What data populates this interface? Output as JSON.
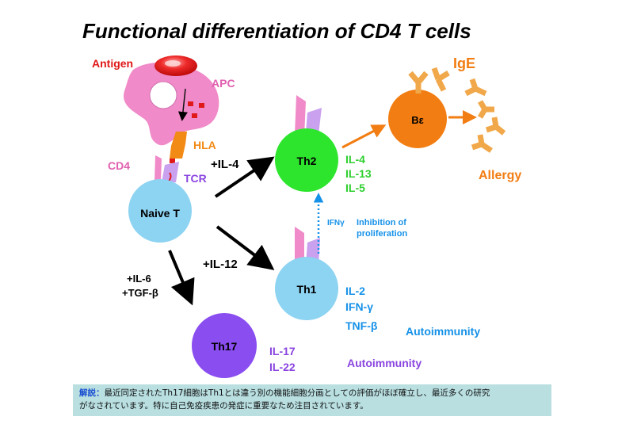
{
  "title": "Functional differentiation of CD4 T cells",
  "labels": {
    "antigen": "Antigen",
    "apc": "APC",
    "hla": "HLA",
    "cd4": "CD4",
    "tcr": "TCR",
    "ige": "IgE",
    "allergy": "Allergy",
    "ifng": "IFNγ",
    "inhibition_line1": "Inhibition of",
    "inhibition_line2": "proliferation",
    "autoimmunity_th1": "Autoimmunity",
    "autoimmunity_th17": "Autoimmunity"
  },
  "cells": {
    "naive": "Naive T",
    "th2": "Th2",
    "th1": "Th1",
    "th17": "Th17",
    "b_cell": "Bε"
  },
  "arrows": {
    "to_th2": "+IL-4",
    "to_th1": "+IL-12",
    "to_th17_line1": "+IL-6",
    "to_th17_line2": "+TGF-β"
  },
  "cytokines": {
    "th2": [
      "IL-4",
      "IL-13",
      "IL-5"
    ],
    "th1": [
      "IL-2",
      "IFN-γ",
      "TNF-β"
    ],
    "th17": [
      "IL-17",
      "IL-22"
    ]
  },
  "caption": {
    "head": "解説：",
    "line1": "最近同定されたTh17細胞はTh1とは違う別の機能細胞分画としての評価がほぼ確立し、最近多くの研究",
    "line2": "がなされています。特に自己免疫疾患の発症に重要なため注目されています。"
  },
  "colors": {
    "cell_blue": "#8dd3f2",
    "th17_purple": "#8a4df0",
    "b_cell_orange": "#f27d12",
    "apc_pink": "#f08ac8",
    "receptor_pink": "#f08ac8",
    "receptor_violet": "#c9a1ef",
    "hla_orange": "#f28a16",
    "antigen_red": "#e01818",
    "ige_orange": "#f1a84a",
    "th2_cytokine_green": "#2ecf2e",
    "th1_cytokine_blue": "#1591e8",
    "th17_text_purple": "#8a45e0",
    "title_black": "#000000"
  }
}
